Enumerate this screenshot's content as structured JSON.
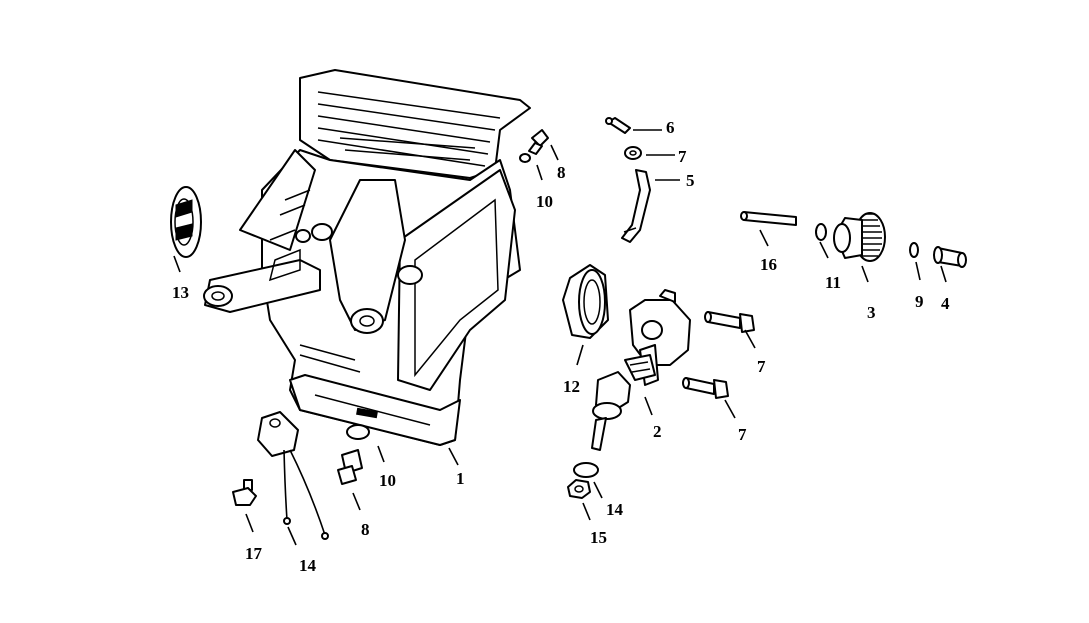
{
  "diagram": {
    "labels": {
      "crankcase": "1",
      "crankshaft_governor": "2",
      "governor_gear": "3",
      "gear_sleeve": "4",
      "governor_arm": "5",
      "pin_clip": "6",
      "washer_top": "7",
      "bolt_upper": "7",
      "bolt_lower": "7",
      "plug_top": "8",
      "plug_bottom": "8",
      "washer_9": "9",
      "washer_top_10": "10",
      "washer_bottom_10": "10",
      "washer_11": "11",
      "oil_seal_12": "12",
      "oil_seal_13": "13",
      "oring_bottom": "14",
      "oring_right": "14",
      "nut_15": "15",
      "shaft_16": "16",
      "bolt_17": "17"
    }
  }
}
